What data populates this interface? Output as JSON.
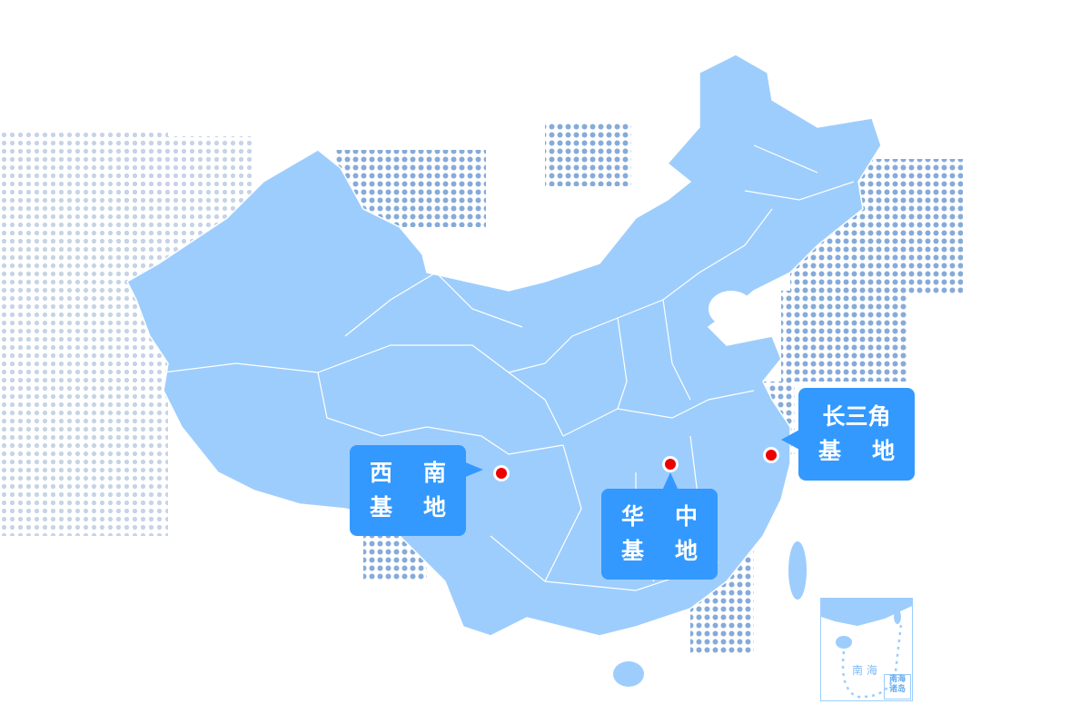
{
  "colors": {
    "land": "#9dcdfc",
    "callout": "#3399ff",
    "pin": "#ee0000",
    "dots": "#86abd9"
  },
  "callouts": [
    {
      "id": "southwest",
      "line1": [
        "西",
        "南"
      ],
      "line2": [
        "基",
        "地"
      ]
    },
    {
      "id": "central",
      "line1": [
        "华",
        "中"
      ],
      "line2": [
        "基",
        "地"
      ]
    },
    {
      "id": "yangtze-delta",
      "line1": [
        "长三角"
      ],
      "line2": [
        "基",
        "地"
      ]
    }
  ],
  "inset": {
    "sea_label": [
      "南",
      "海"
    ],
    "islands_label": [
      "南海",
      "诸岛"
    ]
  }
}
